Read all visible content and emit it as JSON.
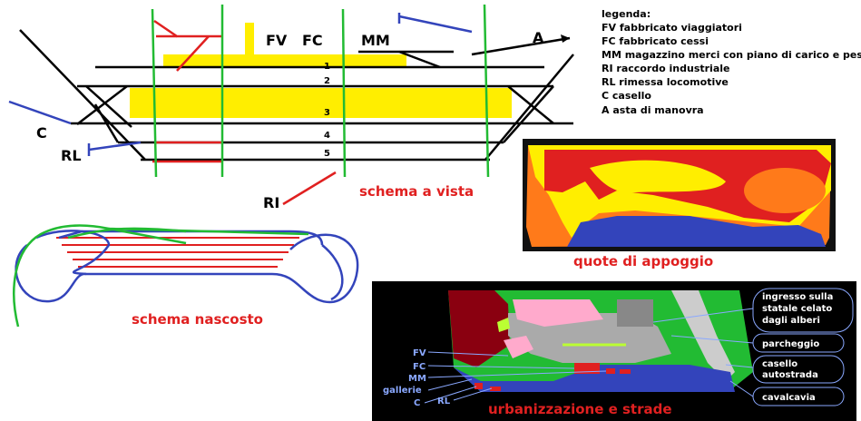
{
  "top_schema": {
    "labels": {
      "fv": "FV",
      "fc": "FC",
      "mm": "MM",
      "a": "A",
      "c": "C",
      "rl": "RL",
      "ri": "RI"
    },
    "tracks": [
      "1",
      "2",
      "3",
      "4",
      "5"
    ],
    "caption": "schema a vista"
  },
  "legend": {
    "title": "legenda:",
    "items": [
      "FV fabbricato viaggiatori",
      "FC fabbricato cessi",
      "MM magazzino merci con piano di carico e pesa",
      "RI raccordo industriale",
      "RL rimessa locomotive",
      "C casello",
      "A asta di manovra"
    ]
  },
  "heights_map": {
    "caption": "quote di appoggio"
  },
  "hidden_schema": {
    "caption": "schema nascosto"
  },
  "urban_map": {
    "caption": "urbanizzazione e strade",
    "left_labels": [
      "FV",
      "FC",
      "MM",
      "gallerie",
      "C",
      "RL"
    ],
    "right_labels": [
      "ingresso sulla\nstatale celato\ndagli alberi",
      "parcheggio",
      "casello\nautostrada",
      "cavalcavia"
    ]
  },
  "colors": {
    "yellow": "#ffee00",
    "red": "#e02020",
    "blue": "#3344bb",
    "green": "#22bb33",
    "orange": "#ff7a1a",
    "dark_red": "#8a0010",
    "pink": "#ffaacc"
  }
}
